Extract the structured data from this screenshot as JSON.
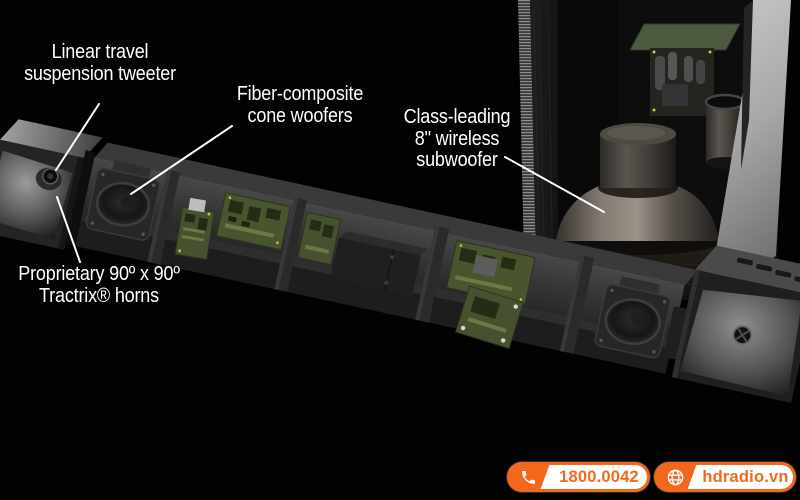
{
  "colors": {
    "background": "#020202",
    "accent_orange": "#F2691E",
    "label_text": "#FFFFFF",
    "pcb_green": "#4A5634"
  },
  "annotations": {
    "tweeter": "Linear travel\nsuspension tweeter",
    "woofers": "Fiber-composite\ncone woofers",
    "subwoofer": "Class-leading\n8\" wireless\nsubwoofer",
    "horns": "Proprietary 90º x 90º\nTractrix® horns"
  },
  "contact": {
    "phone": "1800.0042",
    "website": "hdradio.vn",
    "phone_icon": "phone-icon",
    "website_icon": "globe-icon"
  }
}
